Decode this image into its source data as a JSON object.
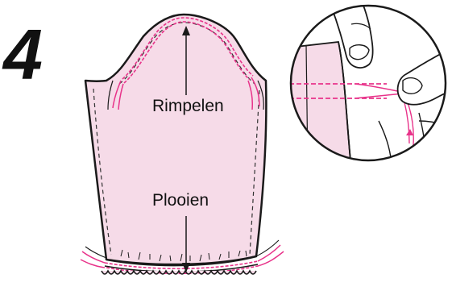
{
  "step_number": "4",
  "labels": {
    "top": "Rimpelen",
    "bottom": "Plooien"
  },
  "colors": {
    "fabric": "#f6dbe8",
    "outline": "#1a1a1a",
    "thread": "#e8338a",
    "background": "#ffffff"
  }
}
